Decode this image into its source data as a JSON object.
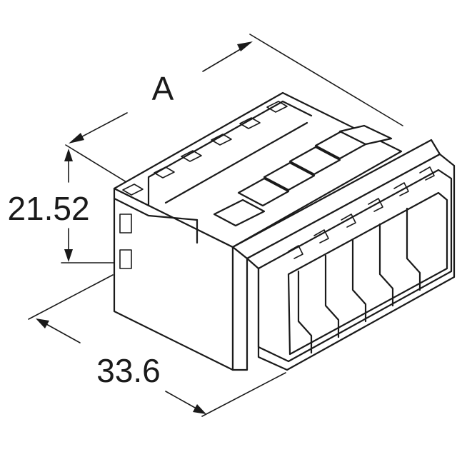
{
  "drawing": {
    "dimensions": {
      "length_label": "A",
      "height_label": "21.52",
      "width_label": "33.6"
    },
    "colors": {
      "line": "#1a1a1a",
      "background": "#ffffff"
    }
  }
}
